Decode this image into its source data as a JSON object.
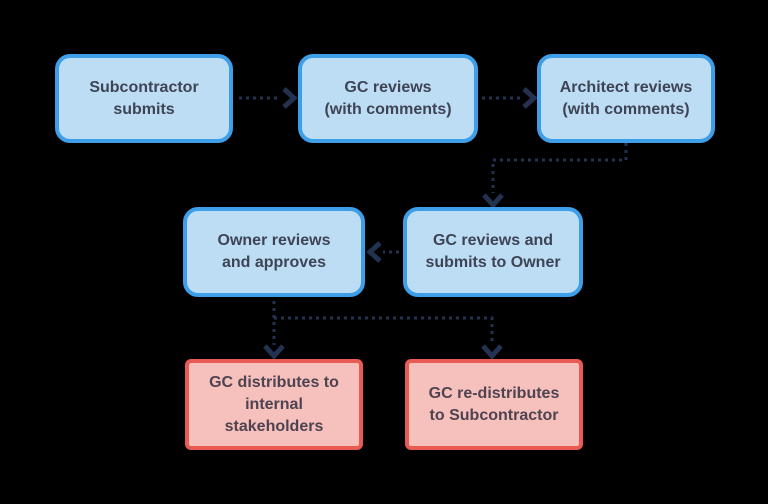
{
  "diagram": {
    "background_color": "#000000",
    "colors": {
      "blue_node_fill": "#BDDDF5",
      "blue_node_border": "#3E9EE8",
      "red_node_fill": "#F6C0BD",
      "red_node_border": "#E95B52",
      "edge": "#243251",
      "blue_node_text": "#3E4453",
      "red_node_text": "#4E4350"
    },
    "nodes": [
      {
        "id": "subcontractor-submits",
        "type": "blue",
        "label": "Subcontractor\nsubmits"
      },
      {
        "id": "gc-reviews-comments",
        "type": "blue",
        "label": "GC reviews\n(with comments)"
      },
      {
        "id": "architect-reviews",
        "type": "blue",
        "label": "Architect reviews\n(with comments)"
      },
      {
        "id": "owner-reviews-approves",
        "type": "blue",
        "label": "Owner reviews\nand approves"
      },
      {
        "id": "gc-reviews-submits",
        "type": "blue",
        "label": "GC reviews and\nsubmits to Owner"
      },
      {
        "id": "gc-distributes",
        "type": "red",
        "label": "GC distributes to\ninternal\nstakeholders"
      },
      {
        "id": "gc-redistributes",
        "type": "red",
        "label": "GC re-distributes\nto Subcontractor"
      }
    ],
    "edges": [
      {
        "from": "subcontractor-submits",
        "to": "gc-reviews-comments",
        "style": "dashed-arrow"
      },
      {
        "from": "gc-reviews-comments",
        "to": "architect-reviews",
        "style": "dashed-arrow"
      },
      {
        "from": "architect-reviews",
        "to": "gc-reviews-submits",
        "style": "dashed-arrow-elbow"
      },
      {
        "from": "gc-reviews-submits",
        "to": "owner-reviews-approves",
        "style": "dashed-arrow"
      },
      {
        "from": "owner-reviews-approves",
        "to": "gc-distributes",
        "style": "dashed-arrow"
      },
      {
        "from": "owner-reviews-approves",
        "to": "gc-redistributes",
        "style": "dashed-arrow-elbow"
      }
    ]
  }
}
